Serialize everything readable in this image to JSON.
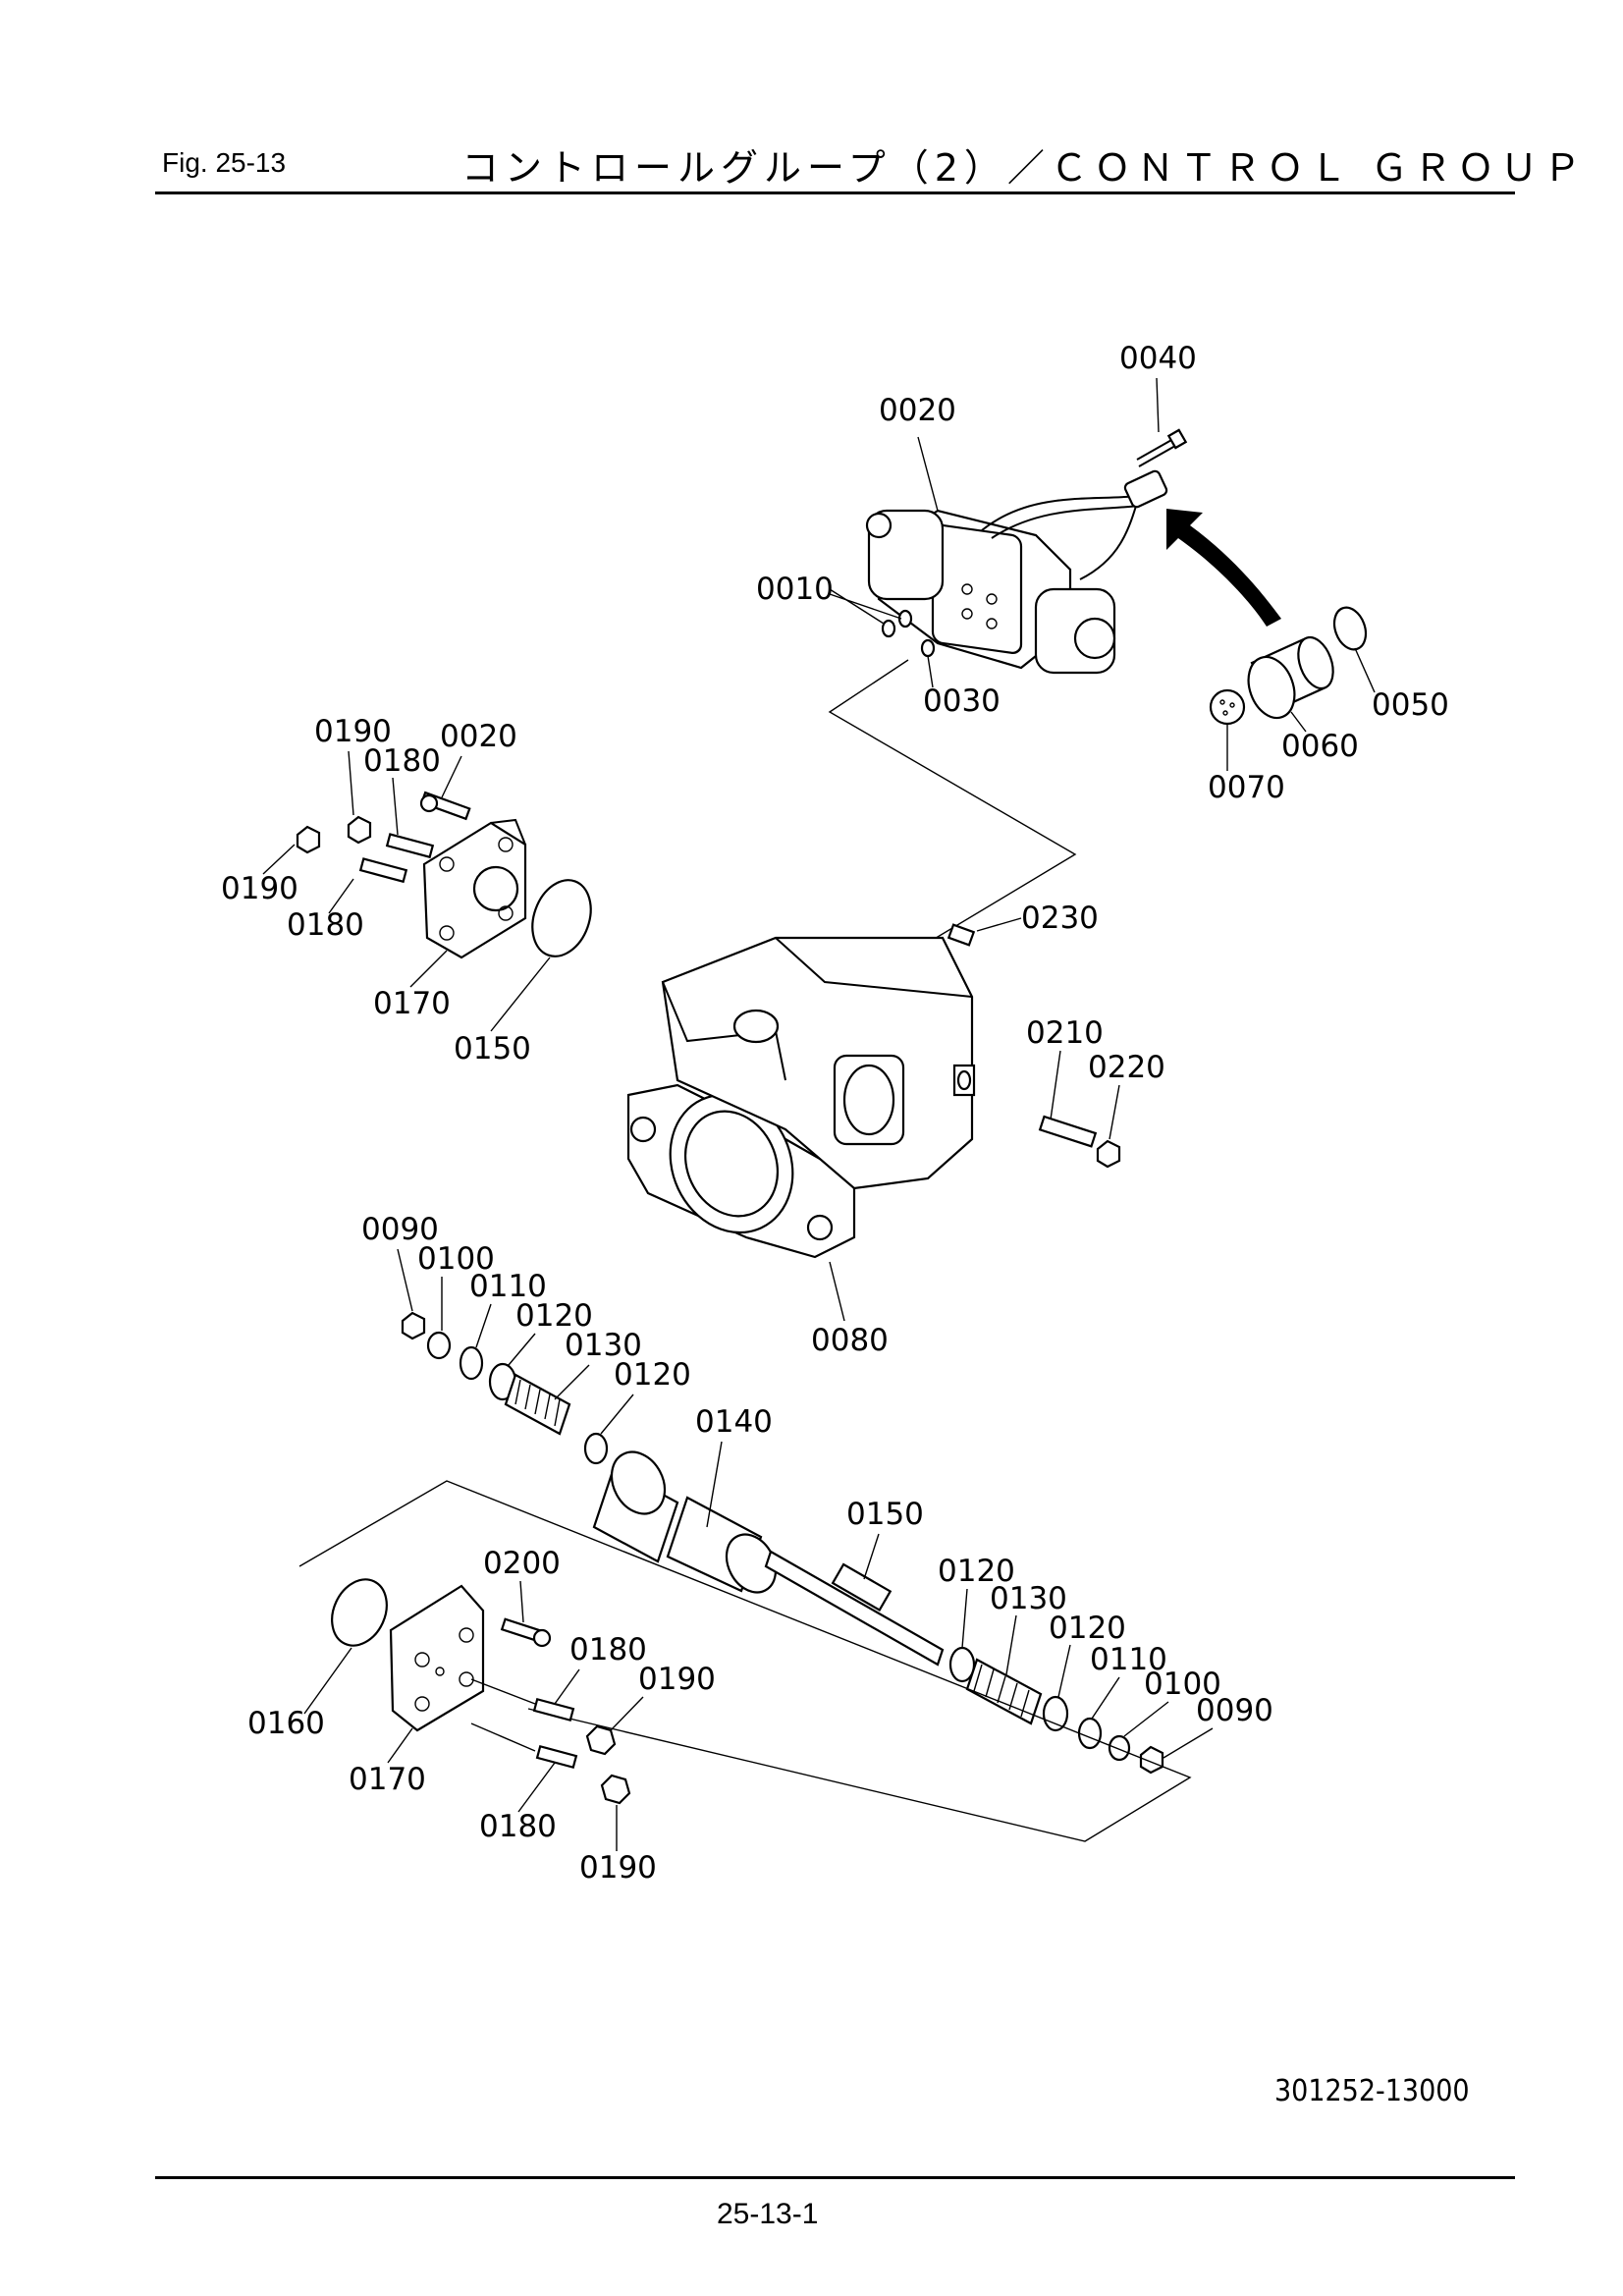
{
  "header": {
    "fig_label": "Fig. 25-13",
    "title": "コントロールグループ（2）／ＣＯＮＴＲＯＬ ＧＲＯＵＰ"
  },
  "footer": {
    "drawing_number": "301252-13000",
    "page_number": "25-13-1"
  },
  "callouts": {
    "c0040": "0040",
    "c0020a": "0020",
    "c0010": "0010",
    "c0030": "0030",
    "c0050": "0050",
    "c0060": "0060",
    "c0070": "0070",
    "c0190a": "0190",
    "c0180a": "0180",
    "c0020b": "0020",
    "c0190b": "0190",
    "c0180b": "0180",
    "c0170a": "0170",
    "c0150a": "0150",
    "c0230": "0230",
    "c0210": "0210",
    "c0220": "0220",
    "c0080": "0080",
    "c0090a": "0090",
    "c0100a": "0100",
    "c0110a": "0110",
    "c0120a": "0120",
    "c0130a": "0130",
    "c0120b": "0120",
    "c0140": "0140",
    "c0150b": "0150",
    "c0120c": "0120",
    "c0130b": "0130",
    "c0120d": "0120",
    "c0110b": "0110",
    "c0100b": "0100",
    "c0090b": "0090",
    "c0200": "0200",
    "c0180c": "0180",
    "c0190c": "0190",
    "c0160": "0160",
    "c0170b": "0170",
    "c0180d": "0180",
    "c0190d": "0190"
  }
}
